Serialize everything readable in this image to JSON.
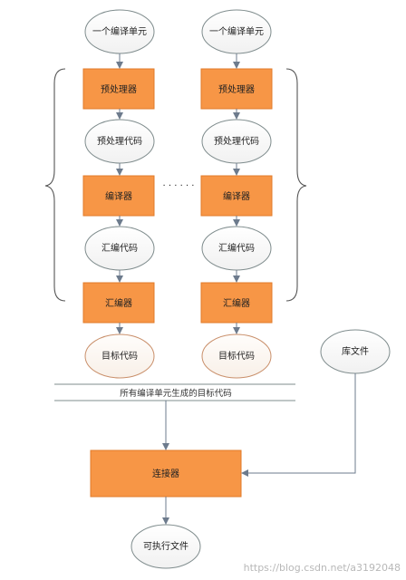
{
  "diagram": {
    "left_column": {
      "source": "一个编译单元",
      "preprocessor": "预处理器",
      "preprocessed_code": "预处理代码",
      "compiler": "编译器",
      "assembly_code": "汇编代码",
      "assembler": "汇编器",
      "object_code": "目标代码"
    },
    "right_column": {
      "source": "一个编译单元",
      "preprocessor": "预处理器",
      "preprocessed_code": "预处理代码",
      "compiler": "编译器",
      "assembly_code": "汇编代码",
      "assembler": "汇编器",
      "object_code": "目标代码"
    },
    "ellipsis": "· · · · · ·",
    "library": "库文件",
    "all_objects": "所有编译单元生成的目标代码",
    "linker": "连接器",
    "executable": "可执行文件",
    "watermark": "https://blog.csdn.net/a3192048",
    "colors": {
      "process_fill": "#F79646",
      "ellipse_fill": "#FFFFFF",
      "ellipse_stroke": "#7F8C8D",
      "arrow": "#6D7B8D"
    }
  }
}
